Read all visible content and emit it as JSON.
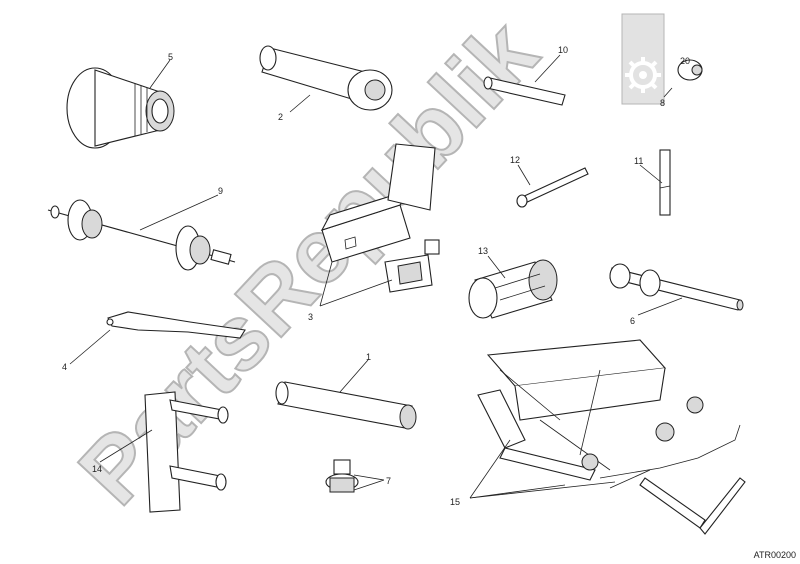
{
  "diagram": {
    "catalog_code": "ATR00200",
    "watermark": "PartsRepublik",
    "callouts": {
      "c1": "1",
      "c3": "3",
      "c4": "4",
      "c5": "5",
      "c6": "6",
      "c7": "7",
      "c8": "8",
      "c9": "9",
      "c10": "10",
      "c11": "11",
      "c12": "12",
      "c13": "13",
      "c14": "14",
      "c15": "15",
      "c20": "20"
    }
  }
}
